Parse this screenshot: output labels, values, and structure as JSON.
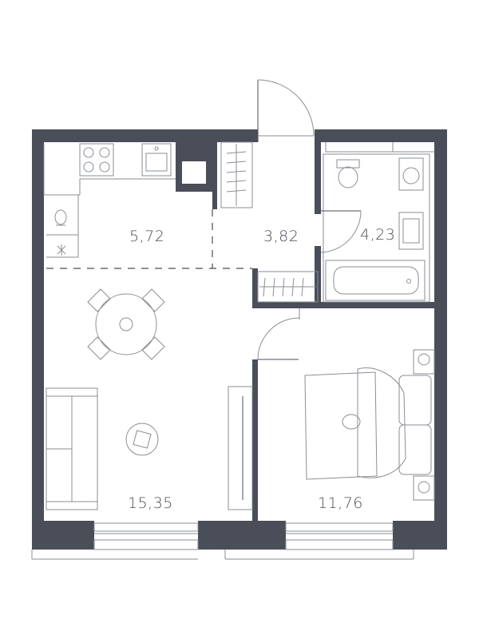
{
  "rooms": {
    "kitchen": {
      "area": "5,72"
    },
    "hall": {
      "area": "3,82"
    },
    "bathroom": {
      "area": "4,23"
    },
    "living": {
      "area": "15,35"
    },
    "bedroom": {
      "area": "11,76"
    }
  },
  "colors": {
    "wall": "#4a4e58",
    "line": "#8a8e96",
    "text": "#4a4e58"
  }
}
